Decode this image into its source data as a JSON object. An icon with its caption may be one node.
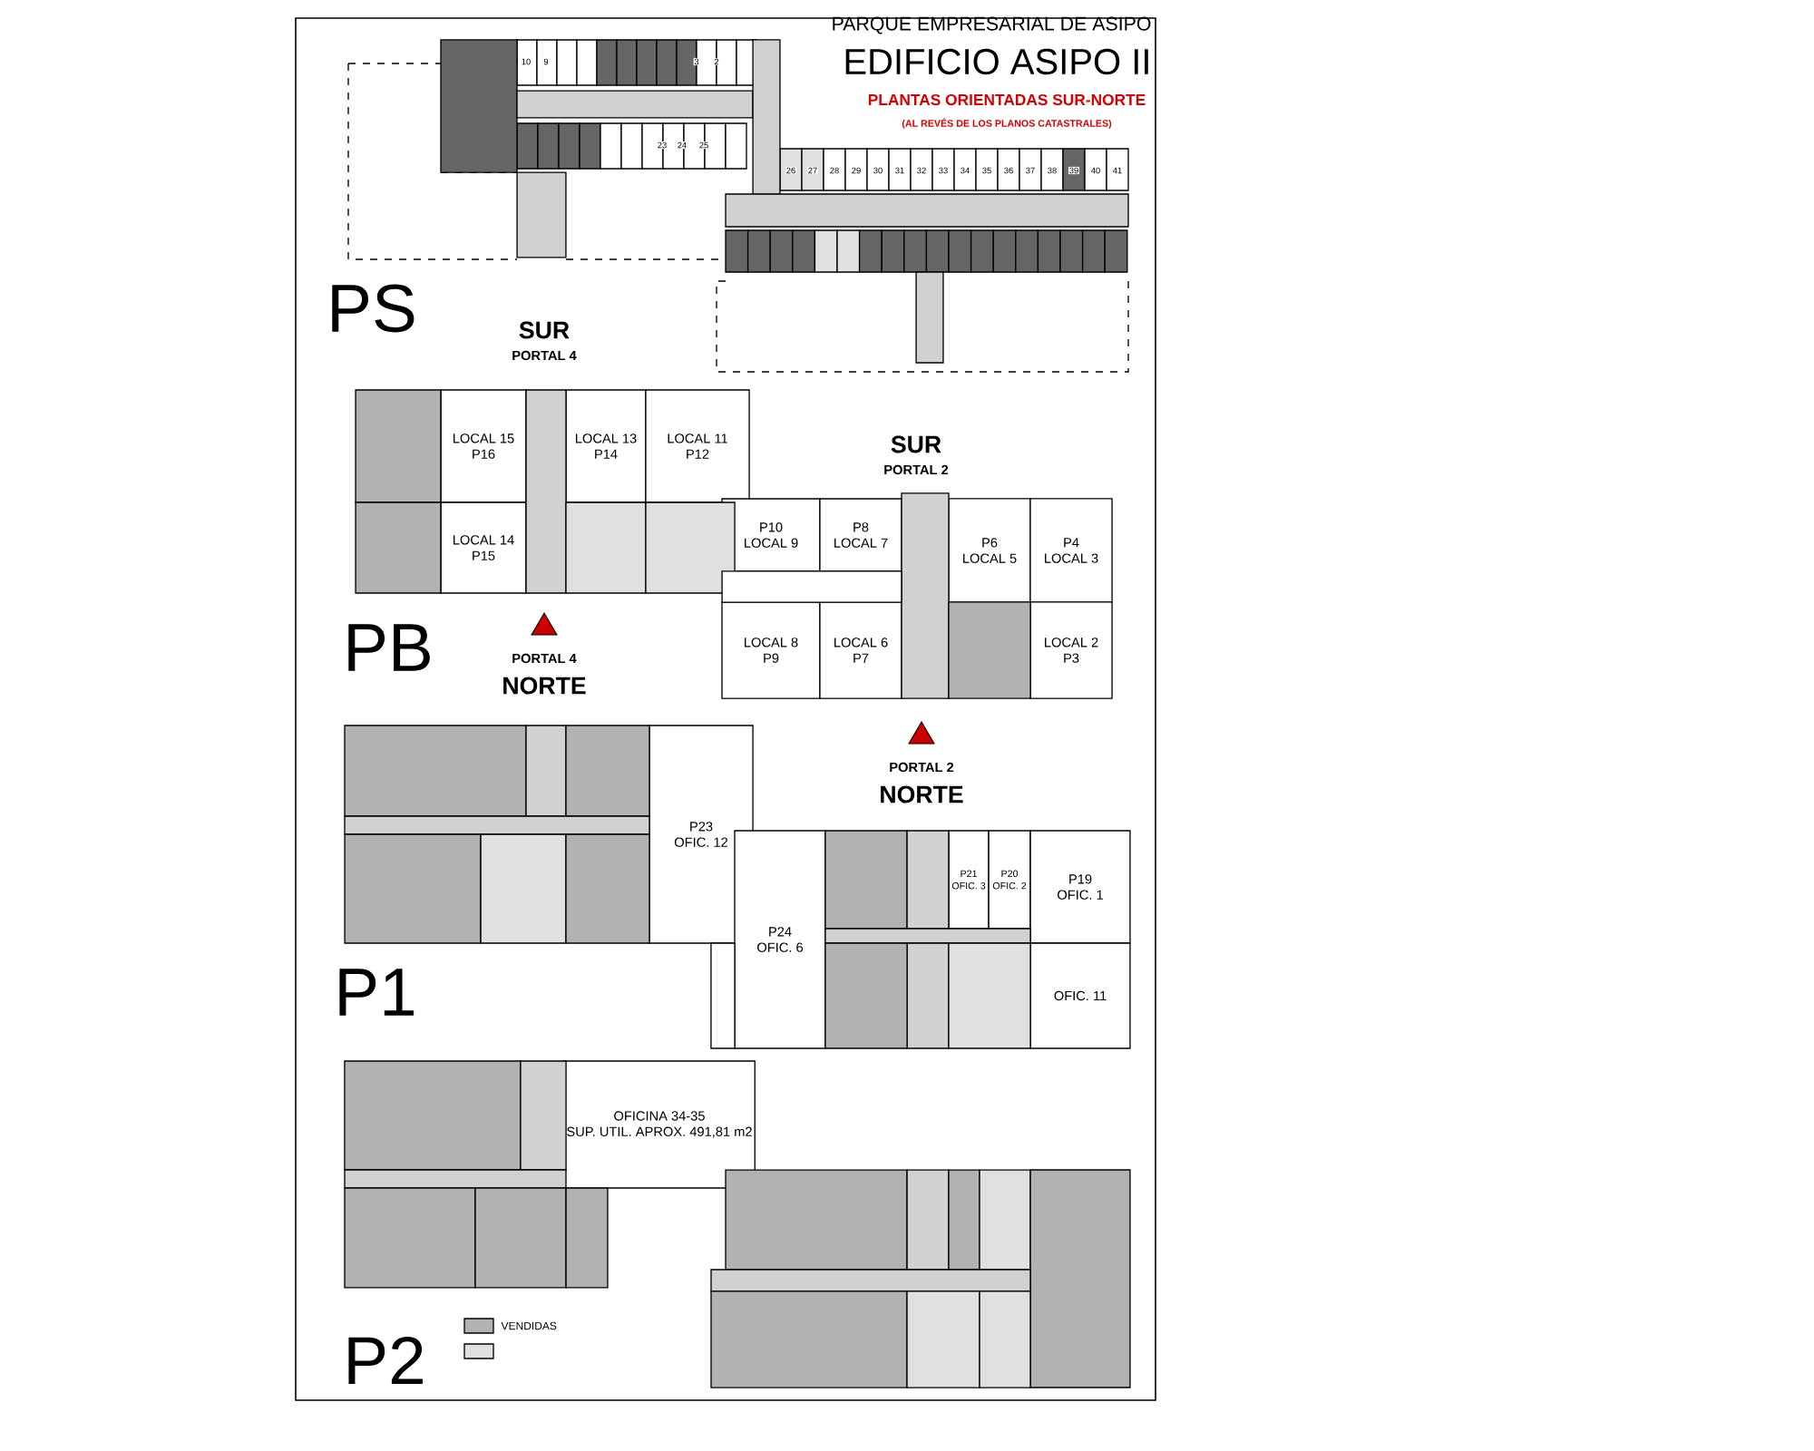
{
  "diagram": {
    "nodes": [
      {
        "text": [
          "LOCAL 15",
          "P16"
        ]
      },
      {
        "text": [
          "LOCAL 14",
          "P15"
        ]
      },
      {
        "text": [
          "LOCAL 13",
          "P14"
        ]
      },
      {
        "text": [
          "LOCAL 11",
          "P12"
        ]
      },
      {
        "text": [
          "P10",
          "LOCAL 9"
        ]
      },
      {
        "text": [
          "P8",
          "LOCAL 7"
        ]
      },
      {
        "text": [
          "P6",
          "LOCAL 5"
        ]
      },
      {
        "text": [
          "P4",
          "LOCAL 3"
        ]
      },
      {
        "text": [
          "LOCAL 8",
          "P9"
        ]
      },
      {
        "text": [
          "LOCAL 6",
          "P7"
        ]
      },
      {
        "text": [
          "LOCAL 2",
          "P3"
        ]
      },
      {
        "text": [
          "P23",
          "OFIC. 12"
        ]
      },
      {
        "text": [
          "P24",
          "OFIC. 6"
        ]
      },
      {
        "text": [
          "P21",
          "OFIC. 3"
        ]
      },
      {
        "text": [
          "P20",
          "OFIC. 2"
        ]
      },
      {
        "text": [
          "P19",
          "OFIC. 1"
        ]
      },
      {
        "text": [
          "OFIC. 11"
        ]
      },
      {
        "text": [
          "OFICINA 34-35",
          "SUP. UTIL. APROX. 491,81 m2"
        ]
      },
      {
        "text": [],
        "shape": "box"
      },
      {
        "text": [],
        "shape": "box"
      },
      {
        "text": [],
        "shape": "box"
      },
      {
        "text": [],
        "shape": "box"
      },
      {
        "text": [],
        "shape": "box"
      },
      {
        "text": [],
        "shape": "box"
      },
      {
        "text": [],
        "shape": "box"
      },
      {
        "text": [],
        "shape": "box"
      },
      {
        "text": [],
        "shape": "box"
      },
      {
        "text": [],
        "shape": "box"
      },
      {
        "text": [],
        "shape": "box"
      },
      {
        "text": [],
        "shape": "box"
      },
      {
        "text": [],
        "shape": "box"
      },
      {
        "text": [],
        "shape": "box"
      },
      {
        "text": [],
        "shape": "box"
      },
      {
        "text": [],
        "shape": "box"
      },
      {
        "text": [],
        "shape": "box"
      },
      {
        "text": [],
        "shape": "box"
      },
      {
        "text": [],
        "shape": "box"
      },
      {
        "text": [],
        "shape": "box"
      },
      {
        "text": [],
        "shape": "box"
      },
      {
        "text": [],
        "shape": "box"
      },
      {
        "text": [],
        "shape": "box"
      },
      {
        "text": [],
        "shape": "box"
      },
      {
        "text": [],
        "shape": "box"
      },
      {
        "text": [],
        "shape": "box"
      },
      {
        "text": [],
        "shape": "box"
      },
      {
        "text": [],
        "shape": "box"
      },
      {
        "text": [],
        "shape": "box"
      },
      {
        "text": [],
        "shape": "box"
      },
      {
        "text": [],
        "shape": "box"
      },
      {
        "text": [],
        "shape": "box"
      },
      {
        "text": [],
        "shape": "box"
      },
      {
        "text": [],
        "shape": "box"
      },
      {
        "text": [],
        "shape": "box"
      },
      {
        "text": [],
        "shape": "box"
      },
      {
        "text": [],
        "shape": "box"
      },
      {
        "text": [],
        "shape": "box"
      },
      {
        "text": [],
        "shape": "box"
      },
      {
        "text": [],
        "shape": "box"
      },
      {
        "text": [],
        "shape": "box"
      },
      {
        "text": [],
        "shape": "box"
      },
      {
        "text": [],
        "shape": "box"
      }
    ],
    "labels": [
      "PARQUE EMPRESARIAL DE ASIPO",
      "EDIFICIO ASIPO II",
      "PLANTAS ORIENTADAS SUR-NORTE",
      "(AL REVÉS DE LOS PLANOS CATASTRALES)",
      "10",
      "9",
      "3",
      "2",
      "23",
      "24",
      "25",
      "26",
      "27",
      "28",
      "29",
      "30",
      "31",
      "32",
      "33",
      "34",
      "35",
      "36",
      "37",
      "38",
      "39",
      "40",
      "41",
      "PS",
      "SUR",
      "PORTAL 4",
      "SUR",
      "PORTAL 2",
      "PB",
      "PORTAL 4",
      "NORTE",
      "PORTAL 2",
      "NORTE",
      "P1",
      "P2"
    ],
    "legend": [
      {
        "text": "VENDIDAS"
      }
    ]
  }
}
